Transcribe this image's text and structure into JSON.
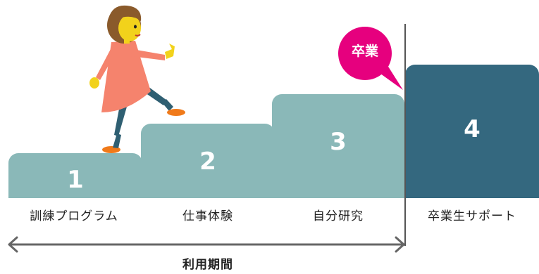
{
  "steps": [
    {
      "number": "1",
      "label": "訓練プログラム"
    },
    {
      "number": "2",
      "label": "仕事体験"
    },
    {
      "number": "3",
      "label": "自分研究"
    },
    {
      "number": "4",
      "label": "卒業生サポート"
    }
  ],
  "bubble": {
    "text": "卒業"
  },
  "period": {
    "label": "利用期間"
  },
  "colors": {
    "step_light": "#8ab8b8",
    "step_dark": "#34687f",
    "bubble": "#e6007e",
    "arrow": "#666666"
  }
}
